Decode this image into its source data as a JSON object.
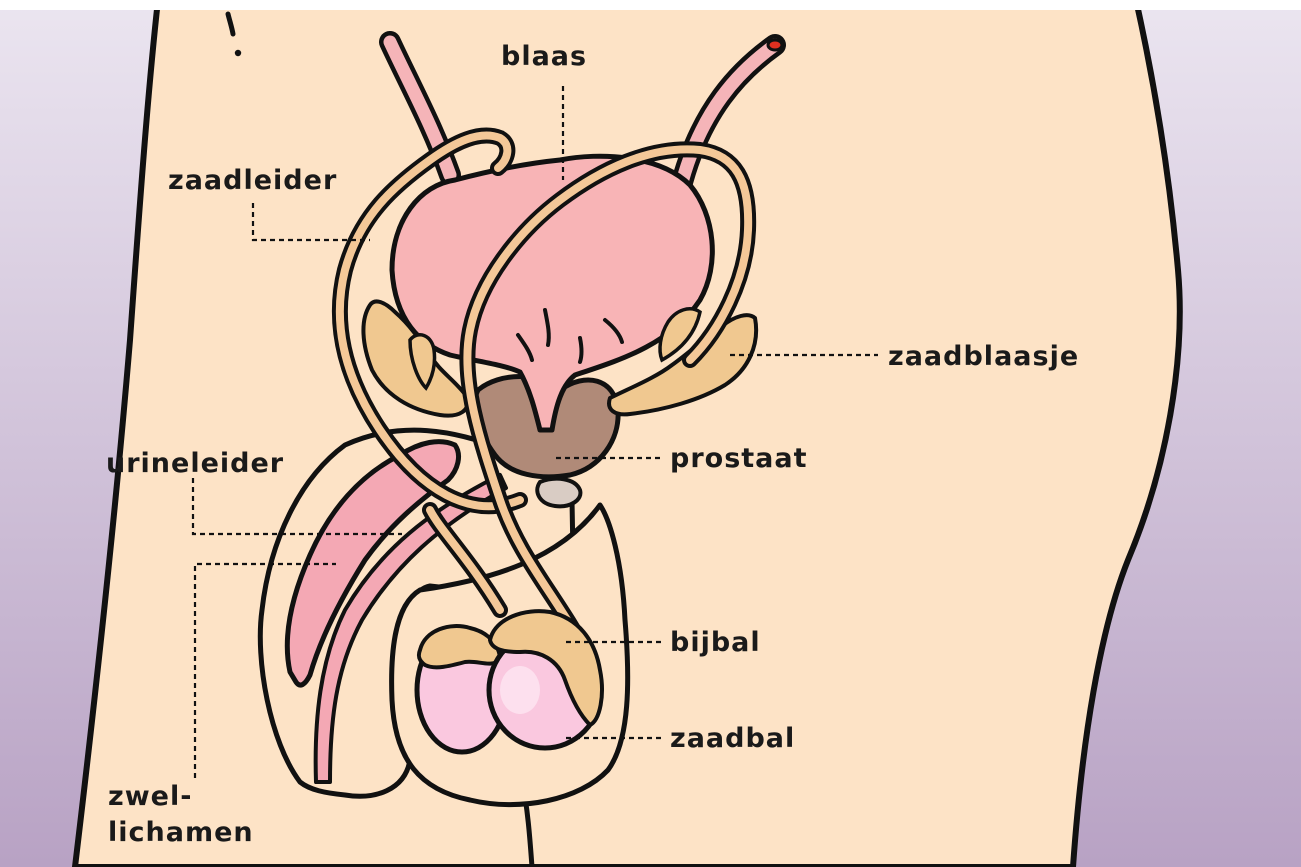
{
  "diagram": {
    "labels": {
      "blaas": "blaas",
      "zaadleider": "zaadleider",
      "zaadblaasje": "zaadblaasje",
      "prostaat": "prostaat",
      "urineleider": "urineleider",
      "bijbal": "bijbal",
      "zaadbal": "zaadbal",
      "zwellichamen_line1": "zwel-",
      "zwellichamen_line2": "lichamen"
    },
    "colors": {
      "background_top": "#ebe5f0",
      "background_bottom": "#b8a2c4",
      "skin": "#fde3c6",
      "bladder": "#f8b4b6",
      "bladder_tube": "#f5b4b8",
      "vas_deferens": "#f4c898",
      "seminal_vesicle": "#f0c890",
      "prostate": "#b08a78",
      "testis": "#fac8df",
      "epididymis": "#f0c890",
      "penis_tissue": "#f4a8b4",
      "outline": "#111111"
    }
  }
}
